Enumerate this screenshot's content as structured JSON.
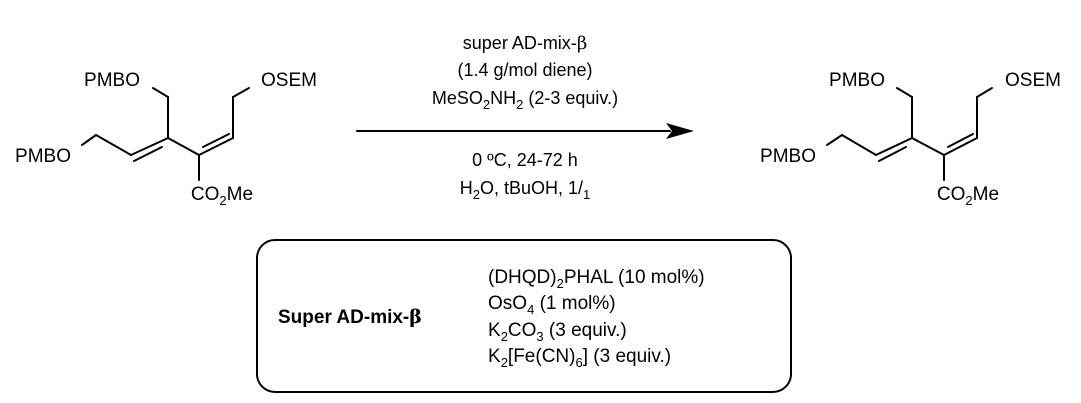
{
  "reactant": {
    "group_top_left": "PMBO",
    "group_top_right": "OSEM",
    "group_left": "PMBO",
    "ester": {
      "text": "CO",
      "sub": "2",
      "tail": "Me"
    }
  },
  "product": {
    "group_top_left": "PMBO",
    "group_top_right": "OSEM",
    "group_left": "PMBO",
    "ester": {
      "text": "CO",
      "sub": "2",
      "tail": "Me"
    }
  },
  "conditions_above": {
    "line1_text": "super AD-mix-",
    "line1_greek": "β",
    "line2": "(1.4 g/mol diene)",
    "line3": {
      "text": "MeSO",
      "sub1": "2",
      "mid": "NH",
      "sub2": "2",
      "tail": " (2-3 equiv.)"
    }
  },
  "conditions_below": {
    "line1": "0 ºC, 24-72 h",
    "line2": {
      "text": "H",
      "sub1": "2",
      "mid": "O, tBuOH, 1/",
      "sub2": "1"
    }
  },
  "reagent_box": {
    "title_text": "Super AD-mix-",
    "title_greek": "β",
    "items": [
      {
        "text": "(DHQD)",
        "sub": "2",
        "tail": "PHAL (10 mol%)"
      },
      {
        "text": "OsO",
        "sub": "4",
        "tail": " (1 mol%)"
      },
      {
        "text": "K",
        "sub": "2",
        "mid": "CO",
        "sub2": "3",
        "tail": " (3 equiv.)"
      },
      {
        "text": "K",
        "sub": "2",
        "mid": "[Fe(CN)",
        "sub2": "6",
        "tail": "] (3 equiv.)"
      }
    ]
  }
}
